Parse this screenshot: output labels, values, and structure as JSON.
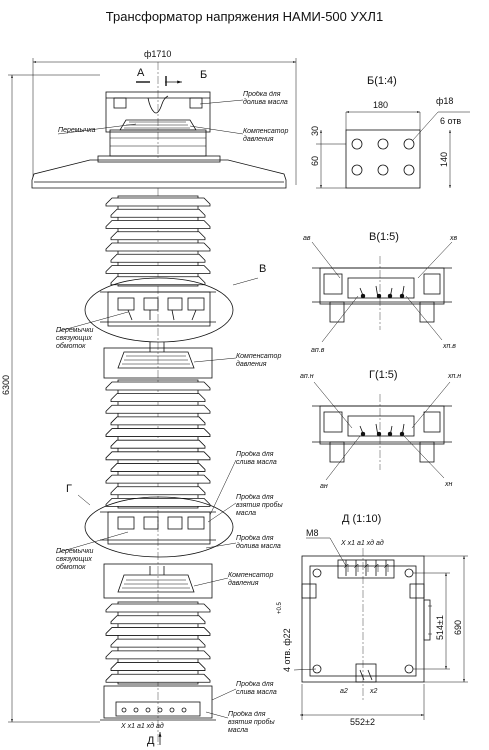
{
  "title": "Трансформатор напряжения НАМИ-500 УХЛ1",
  "main_view": {
    "width_dim": "ф1710",
    "height_dim": "6300",
    "section_a": "А",
    "section_b": "Б",
    "section_v": "В",
    "section_g": "Г",
    "section_d": "Д",
    "callouts": {
      "jumper": "Перемычка",
      "oil_fill_plug": "Пробка для долива масла",
      "compensator": "Компенсатор давления",
      "jumpers_link_windings": "Перемычки связующих обмоток",
      "oil_drain_plug": "Пробка для слива масла",
      "oil_sample_plug": "Пробка для взятия пробы масла"
    },
    "terminals_bottom": "X  x1  a1  xд  aд"
  },
  "view_b": {
    "label": "Б(1:4)",
    "dim_width": "180",
    "dim_hole": "ф18",
    "dim_holes_count": "6 отв",
    "dim_30": "30",
    "dim_60": "60",
    "dim_140": "140"
  },
  "view_v": {
    "label": "В(1:5)",
    "a_v": "aв",
    "x_v": "xв",
    "a_pv": "aп.в",
    "x_pv": "xп.в"
  },
  "view_g": {
    "label": "Г(1:5)",
    "a_pn": "aп.н",
    "x_pn": "xп.н",
    "a_n": "aн",
    "x_n": "xн"
  },
  "view_d": {
    "label": "Д (1:10)",
    "thread": "М8",
    "terminals": "X  x1  a1  xд  aд",
    "holes": "4 отв. ф22",
    "tolerance": "+0.5",
    "dim_514": "514±1",
    "dim_690": "690",
    "dim_552": "552±2",
    "a2": "a2",
    "x2": "x2"
  }
}
